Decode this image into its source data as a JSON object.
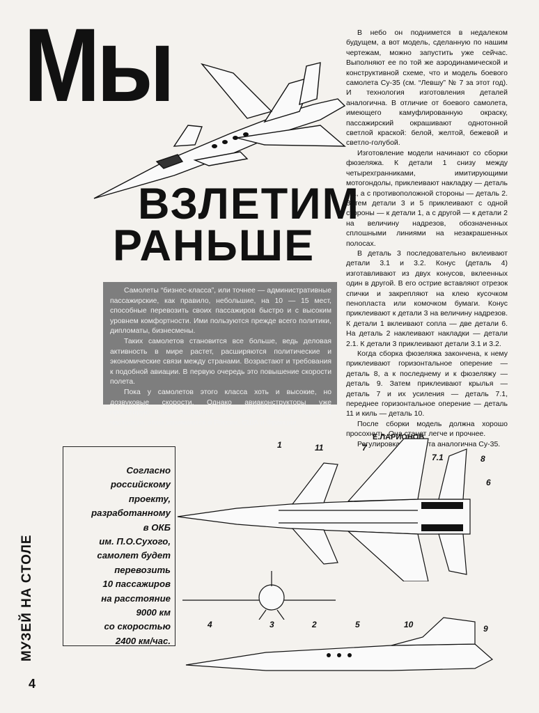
{
  "title": {
    "line1": "Мы",
    "line2": "взлетим",
    "line3": "раньше"
  },
  "right_column": [
    "В небо он поднимется в недалеком будущем, а вот модель, сделанную по нашим чертежам, можно запустить уже сейчас. Выполняют ее по той же аэродинамической и конструктивной схеме, что и модель боевого самолета Су-35 (см. “Левшу” № 7 за этот год). И технология изготовления деталей аналогична. В отличие от боевого самолета, имеющего камуфлированную окраску, пассажирский окрашивают однотонной светлой краской: белой, желтой, бежевой и светло-голубой.",
    "Изготовление модели начинают со сборки фюзеляжа. К детали 1 снизу между четырехгранниками, имитирующими мотогондолы, приклеивают накладку — деталь 1.1, а с противоположной стороны — деталь 2. Затем детали 3 и 5 приклеивают с одной стороны — к детали 1, а с другой — к детали 2 на величину надрезов, обозначенных сплошными линиями на незакрашенных полосах.",
    "В деталь 3 последовательно вклеивают детали 3.1 и 3.2. Конус (деталь 4) изготавливают из двух конусов, вклеенных один в другой. В его острие вставляют отрезок спички и закрепляют на клею кусочком пенопласта или комочком бумаги. Конус приклеивают к детали 3 на величину надрезов. К детали 1 вклеивают сопла — две детали 6. На деталь 2 наклеивают накладки — детали 2.1. К детали 3 приклеивают детали 3.1 и 3.2.",
    "Когда сборка фюзеляжа закончена, к нему приклеивают горизонтальное оперение — деталь 8, а к последнему и к фюзеляжу — деталь 9. Затем приклеивают крылья — деталь 7 и их усиления — деталь 7.1, переднее горизонтальное оперение — деталь 11 и киль — деталь 10.",
    "После сборки модель должна хорошо просохнуть. Она станет легче и прочнее.",
    "Регулировка ее полета аналогична Су-35."
  ],
  "author": "Е.ЛАРИОНОВ",
  "intro": [
    "Самолеты “бизнес-класса”, или точнее — административные пассажирские, как правило, небольшие, на 10 — 15 мест, способные перевозить своих пассажиров быстро и с высоким уровнем комфортности. Ими пользуются прежде всего политики, дипломаты, бизнесмены.",
    "Таких самолетов становится все больше, ведь деловая активность в мире растет, расширяются политические и экономические связи между странами. Возрастают и требования к подобной авиации. В первую очередь это повышение скорости полета.",
    "Пока у самолетов этого класса хоть и высокие, но дозвуковые скорости. Однако авиаконструкторы уже проектируют такие аппараты, что полетят быстрее звука. В частности, этим занимаются в России, США и Франции."
  ],
  "quote_lines": [
    "Согласно",
    "российскому",
    "проекту,",
    "разработанному",
    "в ОКБ",
    "им. П.О.Сухого,",
    "самолет будет",
    "перевозить",
    "10 пассажиров",
    "на расстояние",
    "9000 км",
    "со скоростью",
    "2400 км/час."
  ],
  "rubric": "МУЗЕЙ НА СТОЛЕ",
  "page_number": "4",
  "part_labels": {
    "top": [
      "1",
      "11",
      "7",
      "7.1",
      "8",
      "6"
    ],
    "side": [
      "4",
      "3",
      "2",
      "5",
      "10",
      "9"
    ]
  },
  "colors": {
    "ink": "#111111",
    "box": "#7e7e7e",
    "paper": "#f4f2ee"
  }
}
